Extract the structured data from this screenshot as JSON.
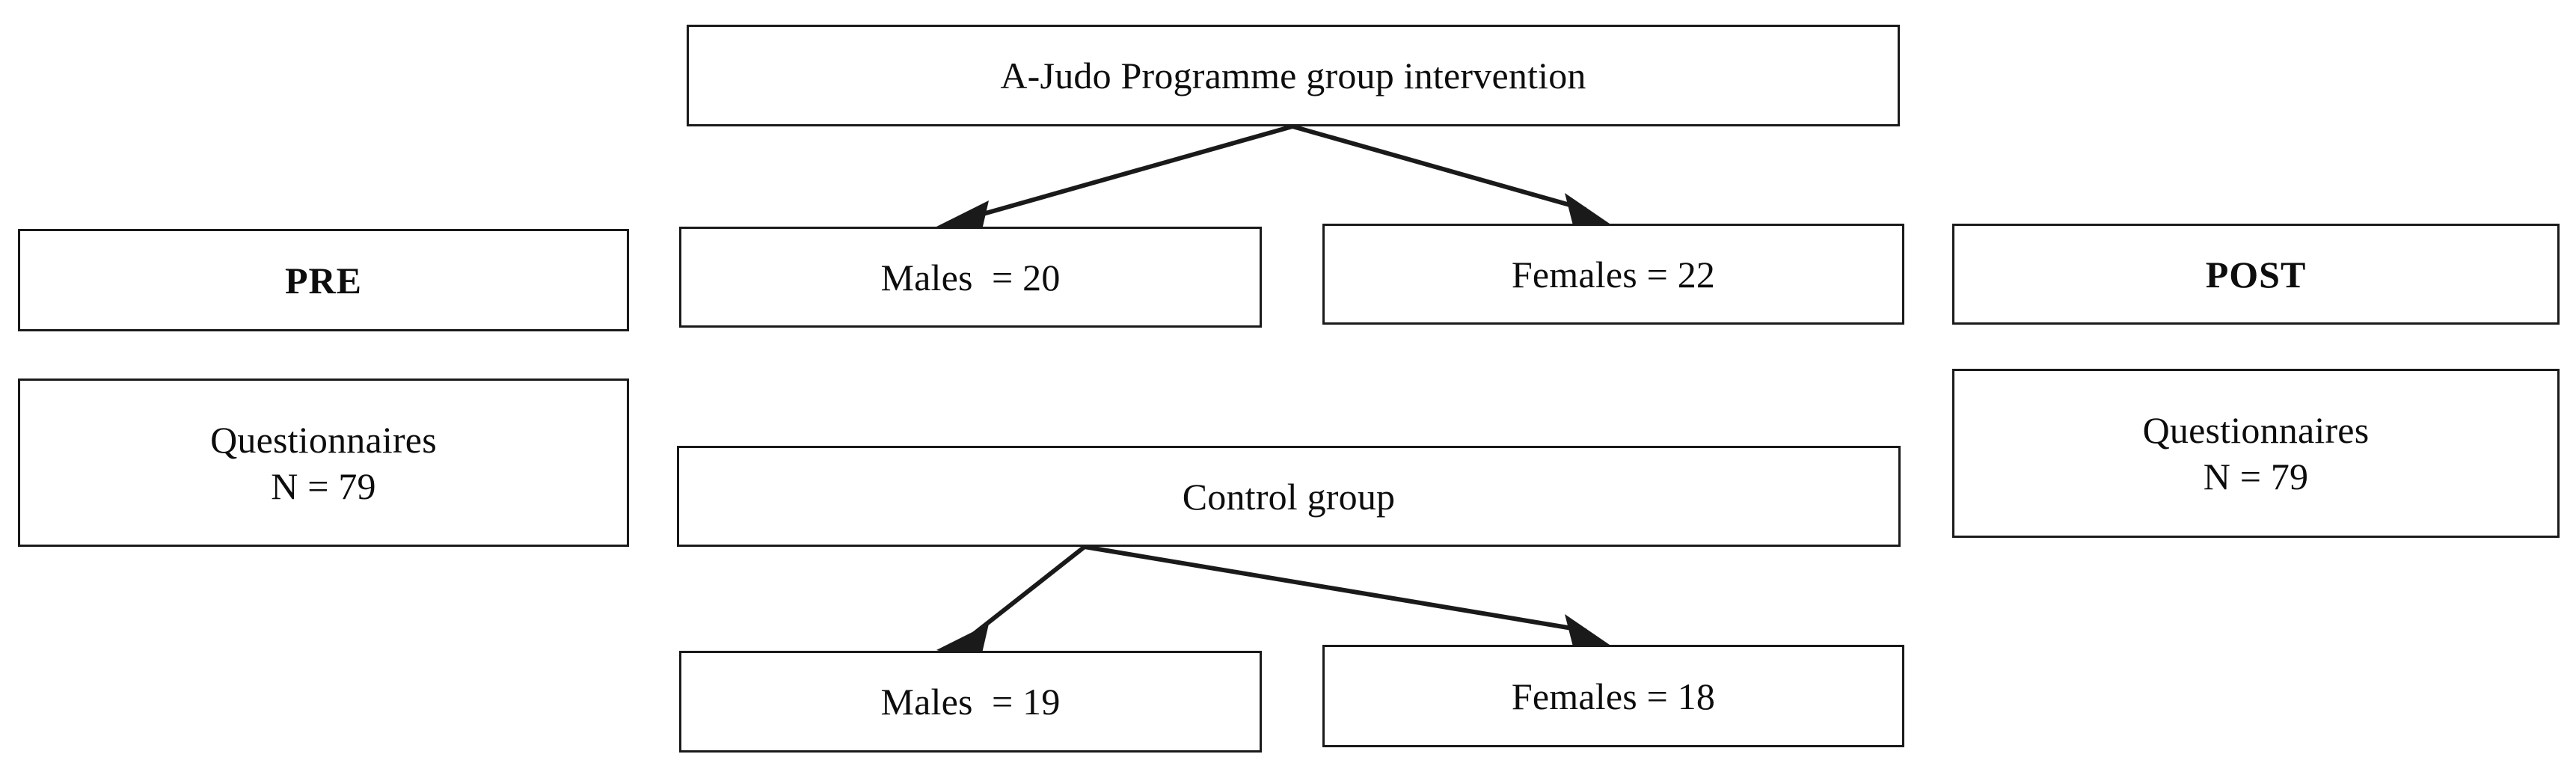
{
  "figure": {
    "type": "flowchart",
    "title": "Study design flow diagram",
    "background_color": "#ffffff",
    "line_color": "#1a1a1a",
    "text_color": "#0d0d0d"
  },
  "nodes": {
    "intervention": {
      "label": "A-Judo Programme group intervention",
      "bold": false
    },
    "pre": {
      "label": "PRE",
      "bold": true
    },
    "post": {
      "label": "POST",
      "bold": true
    },
    "pre_questionnaires": {
      "label": "Questionnaires\nN = 79",
      "line1": "Questionnaires",
      "line2": "N = 79",
      "count": 79,
      "bold": false
    },
    "post_questionnaires": {
      "label": "Questionnaires\nN = 79",
      "line1": "Questionnaires",
      "line2": "N = 79",
      "count": 79,
      "bold": false
    },
    "intervention_males": {
      "label": "Males  = 20",
      "count": 20,
      "bold": false
    },
    "intervention_females": {
      "label": "Females = 22",
      "count": 22,
      "bold": false
    },
    "control": {
      "label": "Control group",
      "bold": false
    },
    "control_males": {
      "label": "Males  = 19",
      "count": 19,
      "bold": false
    },
    "control_females": {
      "label": "Females = 18",
      "count": 18,
      "bold": false
    }
  },
  "edges": [
    {
      "name": "intervention-to-males",
      "from": "intervention",
      "to": "intervention_males",
      "arrowhead": "filled-triangle"
    },
    {
      "name": "intervention-to-females",
      "from": "intervention",
      "to": "intervention_females",
      "arrowhead": "filled-triangle"
    },
    {
      "name": "control-to-males",
      "from": "control",
      "to": "control_males",
      "arrowhead": "filled-triangle"
    },
    {
      "name": "control-to-females",
      "from": "control",
      "to": "control_females",
      "arrowhead": "filled-triangle"
    }
  ]
}
